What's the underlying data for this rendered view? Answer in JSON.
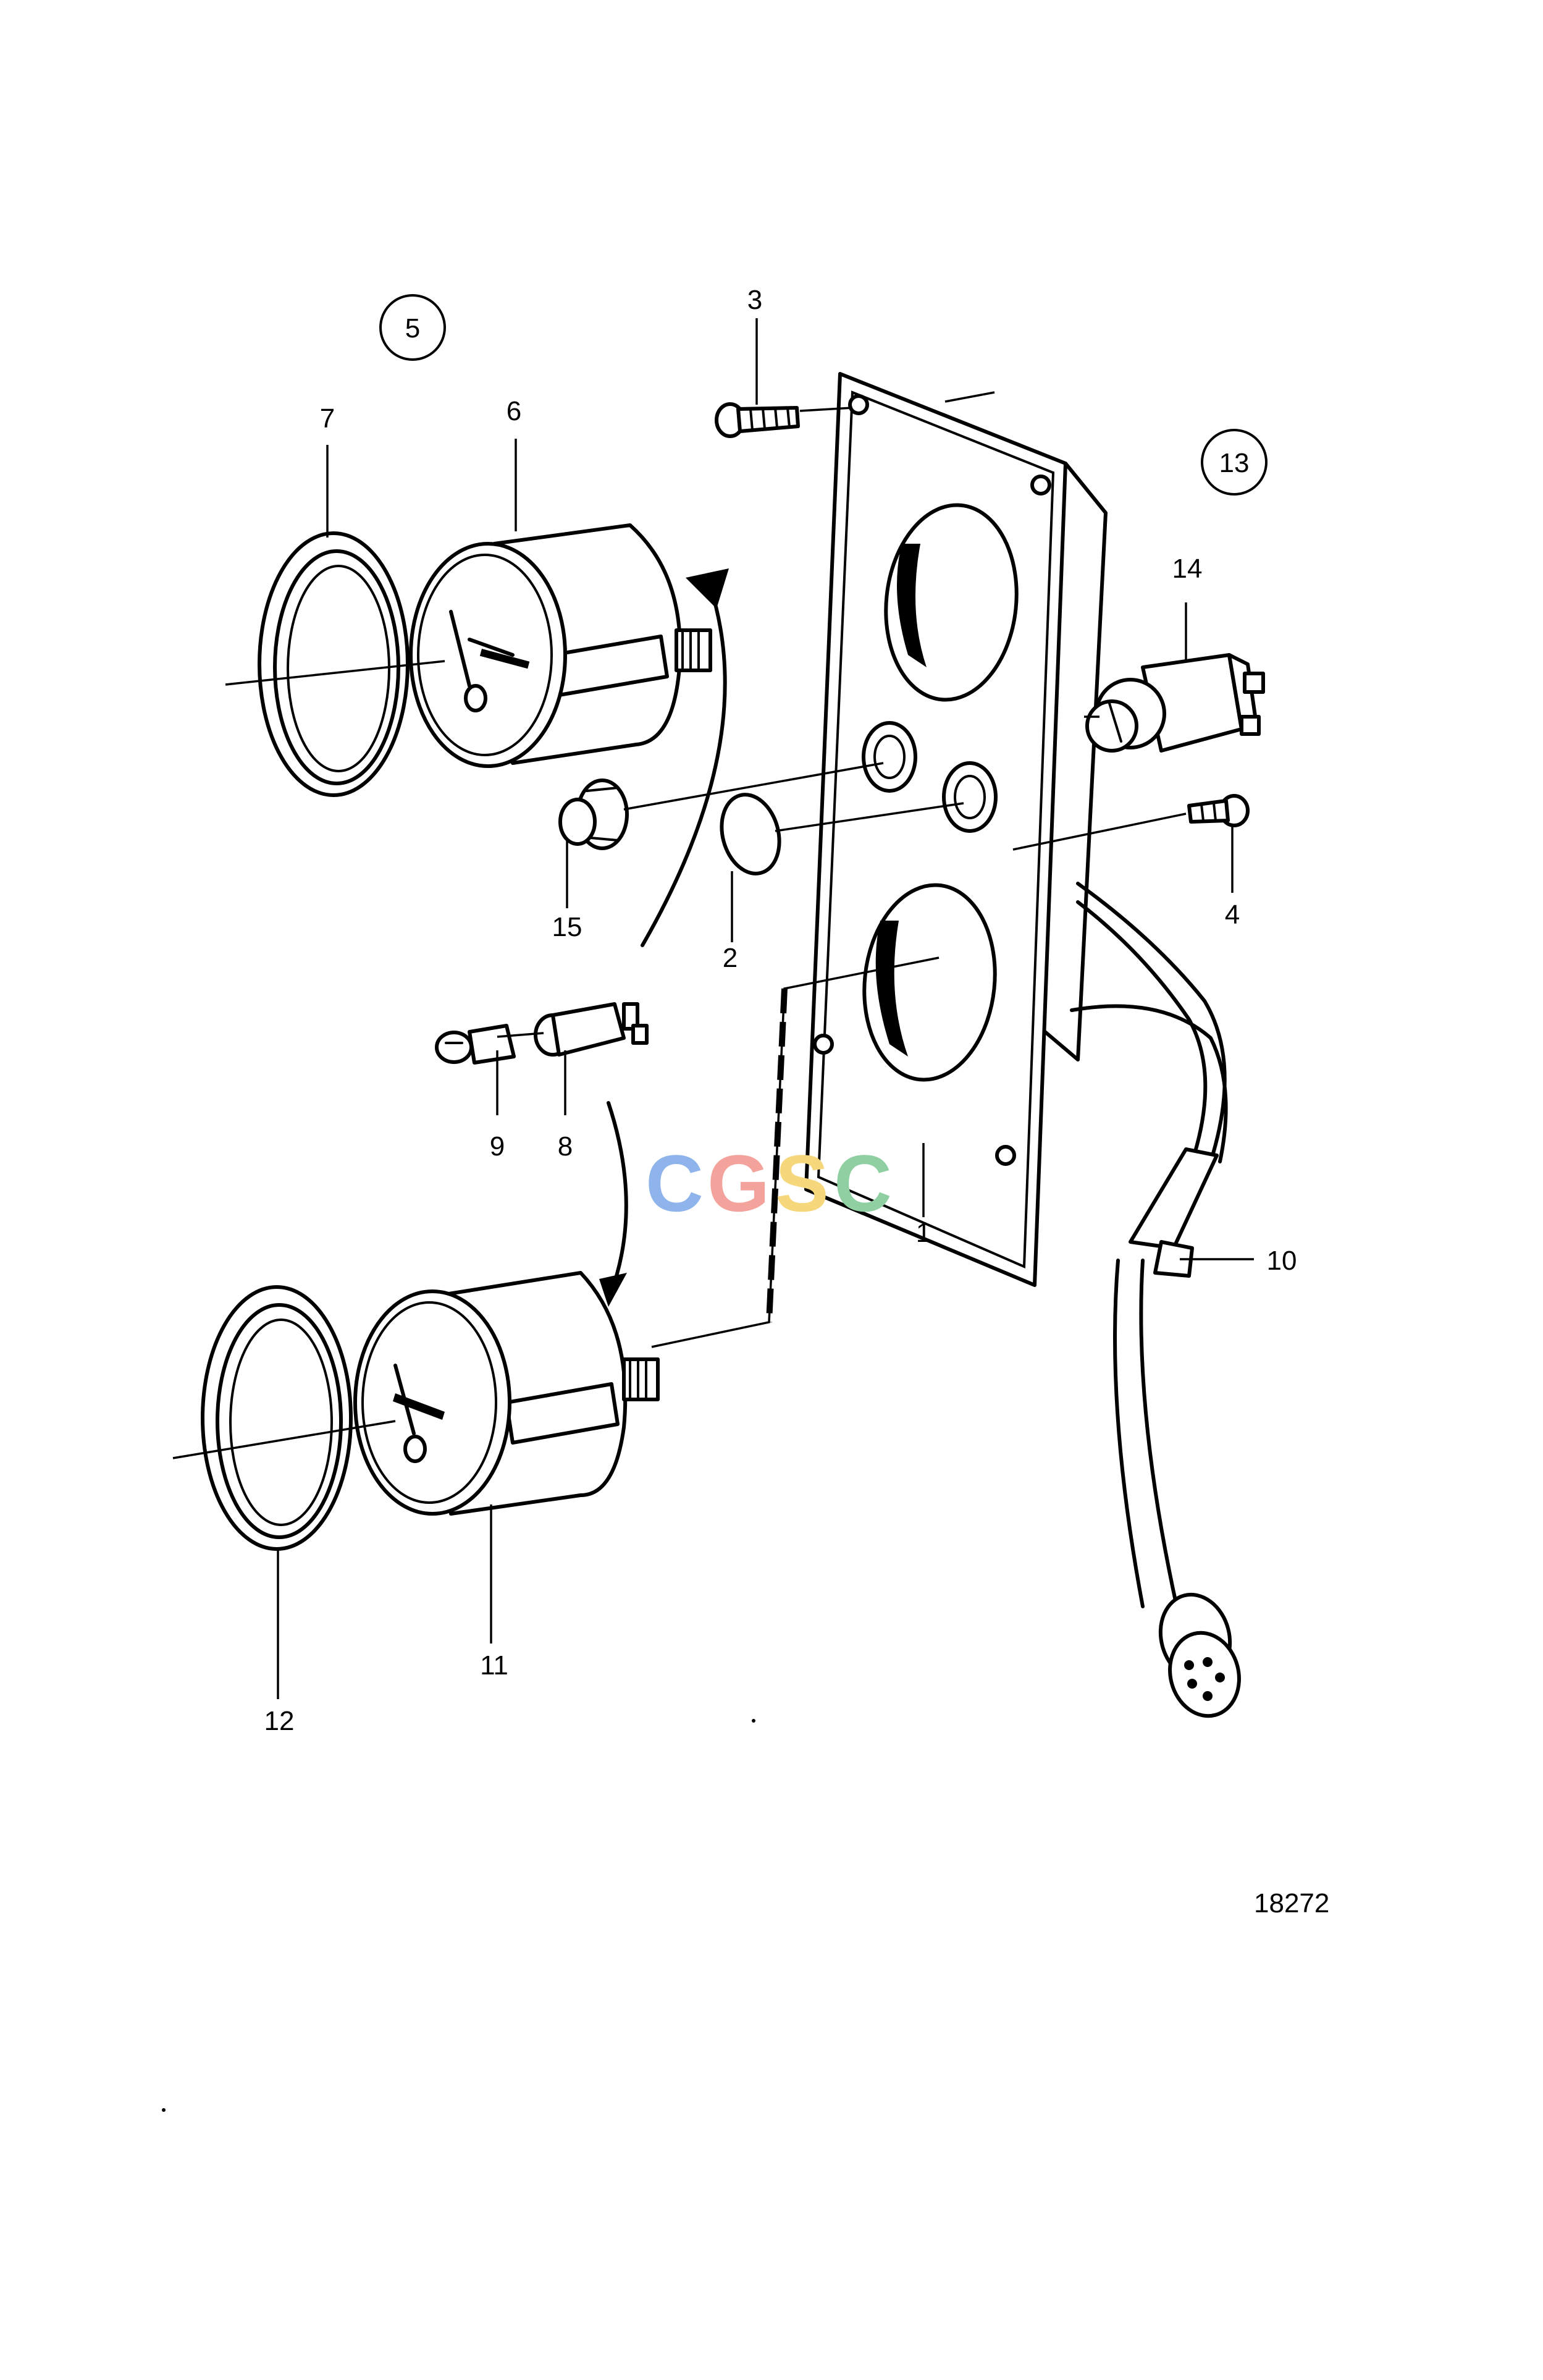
{
  "callouts": [
    {
      "id": "1",
      "text": "1"
    },
    {
      "id": "2",
      "text": "2"
    },
    {
      "id": "3",
      "text": "3"
    },
    {
      "id": "4",
      "text": "4"
    },
    {
      "id": "6",
      "text": "6"
    },
    {
      "id": "7",
      "text": "7"
    },
    {
      "id": "8",
      "text": "8"
    },
    {
      "id": "9",
      "text": "9"
    },
    {
      "id": "10",
      "text": "10"
    },
    {
      "id": "11",
      "text": "11"
    },
    {
      "id": "12",
      "text": "12"
    },
    {
      "id": "14",
      "text": "14"
    },
    {
      "id": "15",
      "text": "15"
    }
  ],
  "circled_callouts": [
    {
      "id": "5",
      "text": "5"
    },
    {
      "id": "13",
      "text": "13"
    }
  ],
  "reference_number": "18272",
  "watermark": {
    "text": "CGSC",
    "colors": [
      "#8fb4ec",
      "#f3a39c",
      "#f7d77c",
      "#8fcfa2"
    ]
  }
}
